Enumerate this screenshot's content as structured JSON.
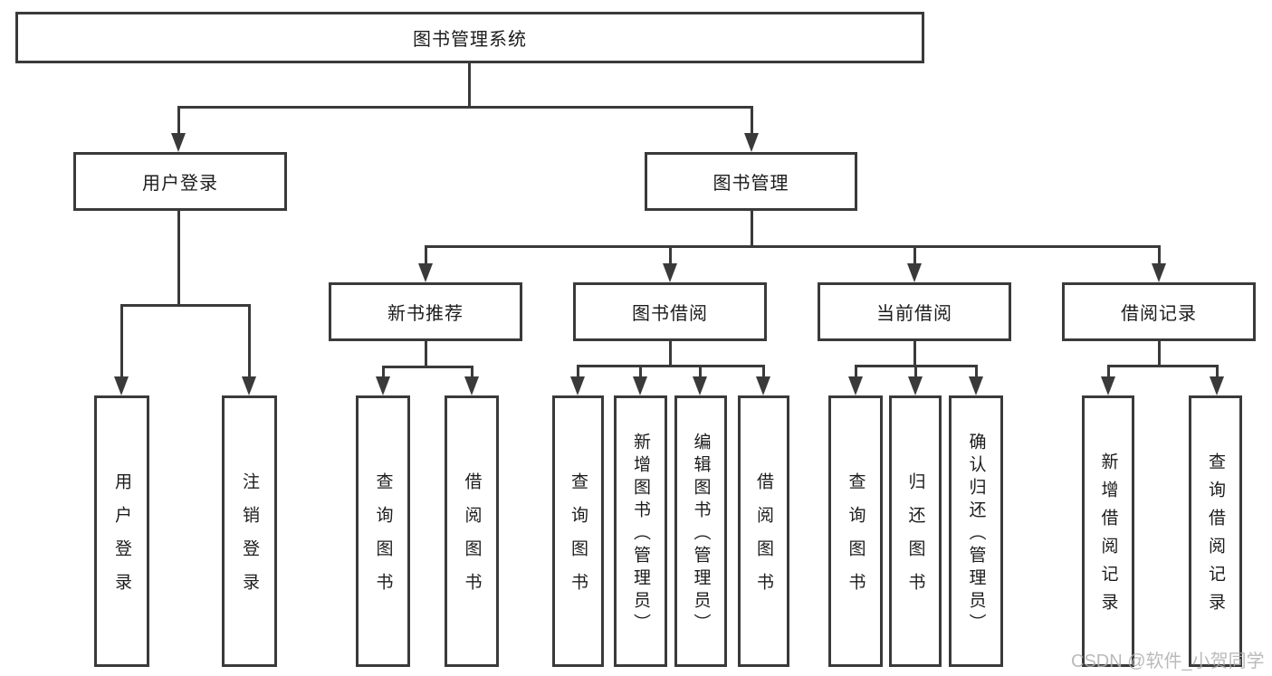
{
  "diagram": {
    "title": "图书管理系统",
    "root": {
      "label": "图书管理系统"
    },
    "level2": {
      "user_login": {
        "label": "用户登录"
      },
      "book_mgmt": {
        "label": "图书管理"
      }
    },
    "level3": {
      "new_books": {
        "label": "新书推荐"
      },
      "book_borrow": {
        "label": "图书借阅"
      },
      "current_borrow": {
        "label": "当前借阅"
      },
      "borrow_records": {
        "label": "借阅记录"
      }
    },
    "leaves": {
      "user_login": [
        "用户登录",
        "注销登录"
      ],
      "new_books": [
        "查询图书",
        "借阅图书"
      ],
      "book_borrow": [
        "查询图书",
        "新增图书（管理员）",
        "编辑图书（管理员）",
        "借阅图书"
      ],
      "current_borrow": [
        "查询图书",
        "归还图书",
        "确认归还（管理员）"
      ],
      "borrow_records": [
        "新增借阅记录",
        "查询借阅记录"
      ]
    },
    "watermark": "CSDN @软件_小贺同学",
    "colors": {
      "line": "#3a3a3a",
      "text": "#1c1c1c",
      "watermark": "#afafaf",
      "background": "#ffffff"
    }
  }
}
